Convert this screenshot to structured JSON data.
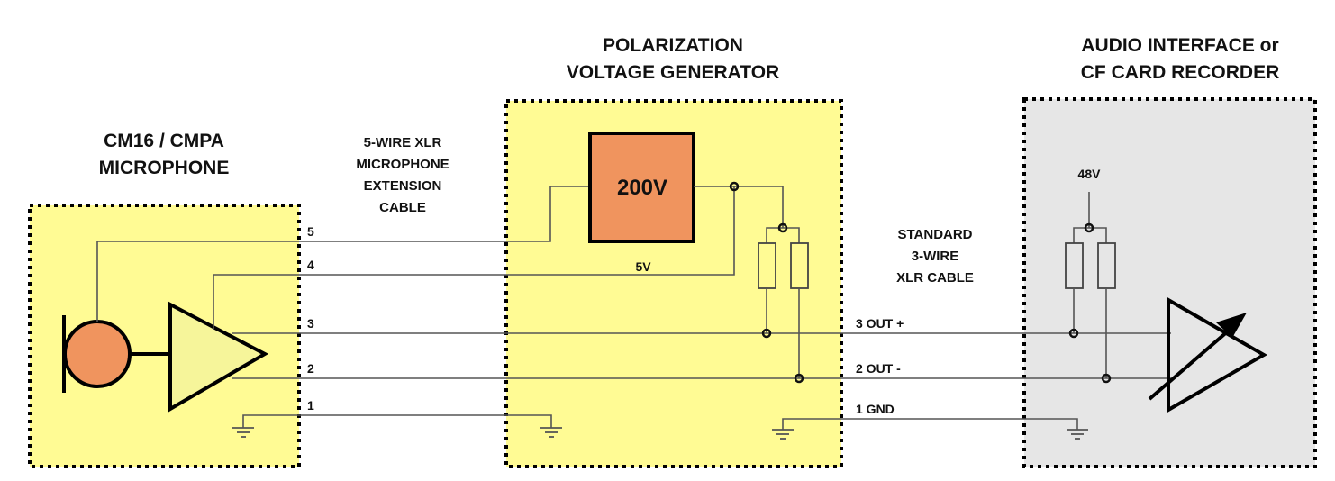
{
  "colors": {
    "yellow_box": "#fffb94",
    "gray_box": "#e6e6e6",
    "orange": "#f0945e",
    "amp_fill": "#f6f59a"
  },
  "microphone": {
    "title_line1": "CM16 / CMPA",
    "title_line2": "MICROPHONE"
  },
  "cable_5wire": {
    "line1": "5-WIRE XLR",
    "line2": "MICROPHONE",
    "line3": "EXTENSION",
    "line4": "CABLE",
    "pins": [
      "5",
      "4",
      "3",
      "2",
      "1"
    ]
  },
  "polarization": {
    "title_line1": "POLARIZATION",
    "title_line2": "VOLTAGE GENERATOR",
    "supply_label": "200V",
    "input_label": "5V"
  },
  "cable_3wire": {
    "line1": "STANDARD",
    "line2": "3-WIRE",
    "line3": "XLR CABLE",
    "pin3": "3 OUT +",
    "pin2": "2 OUT -",
    "pin1": "1 GND"
  },
  "audio_interface": {
    "title_line1": "AUDIO INTERFACE or",
    "title_line2": "CF CARD RECORDER",
    "phantom_label": "48V"
  }
}
